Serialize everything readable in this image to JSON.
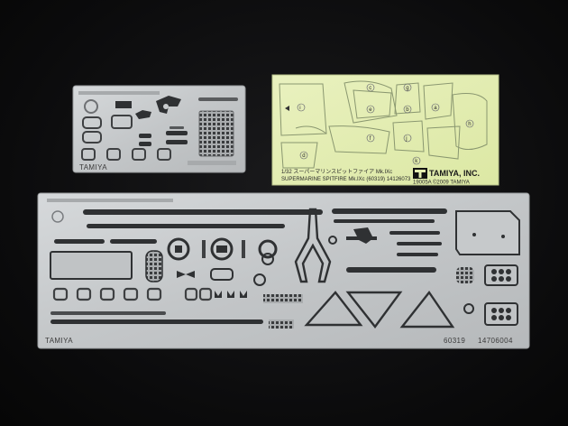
{
  "small_fret": {
    "brand_mark": "TAMIYA"
  },
  "large_fret": {
    "brand_mark": "TAMIYA",
    "part_number": "60319",
    "serial": "14706004"
  },
  "mask_sheet": {
    "line1": "1/32 スーパーマリンスピットファイア Mk.IXc",
    "line2": "SUPERMARINE SPITFIRE Mk.IXc (60319) 14126073",
    "brand": "TAMIYA, INC.",
    "copyright": "©2009 TAMIYA",
    "code": "19005A",
    "labels": [
      "a",
      "b",
      "c",
      "d",
      "e",
      "f",
      "g",
      "h",
      "i",
      "j",
      "k"
    ]
  },
  "colors": {
    "background": "#0f0f10",
    "metal": "#c9ccce",
    "mask_sheet": "#e3edb0"
  }
}
